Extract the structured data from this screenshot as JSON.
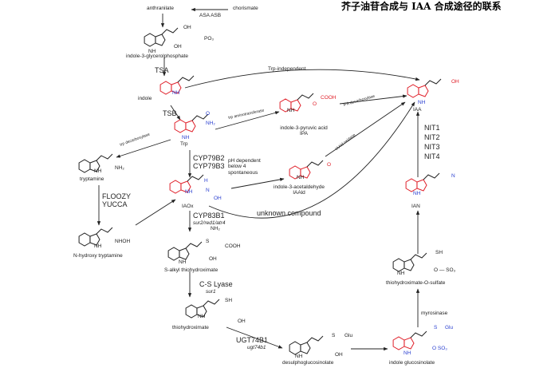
{
  "title": "芥子油苷合成与 IAA 合成途径的联系",
  "compounds": {
    "anthranilate": "anthranilate",
    "chorismate": "chorismate",
    "igp": "indole-3-glycerolphosphate",
    "indole": "indole",
    "trp": "Trp",
    "tryptamine": "tryptamine",
    "n_hydroxy_tryptamine": "N-hydroxy tryptamine",
    "iaox": "IAOx",
    "ipa": "indole-3-pyruvic acid\nIPA",
    "iaald": "indole-3-acetaldehyde\nIAAld",
    "iaa": "IAA",
    "ian": "IAN",
    "s_alkyl": "S-alkyl thiohydroximate",
    "thiohydroximate": "thiohydroximate",
    "desulpho": "desulphoglucosinolate",
    "indole_gluc": "indole glucosinolate",
    "thio_o_sulfate": "thiohydroximate-O-sulfate"
  },
  "enzymes": {
    "asa_asb": "ASA  ASB",
    "tsa": "TSA",
    "tsb": "TSB",
    "floozy_yucca": "FLOOZY\nYUCCA",
    "cyp79": "CYP79B2\nCYP79B3",
    "cyp83b1": "CYP83B1",
    "sur2": "sur2/red1/atr4",
    "cs_lyase": "C-S Lyase",
    "sur1": "sur1",
    "ugt": "UGT74B1",
    "ugt74b1": "ugt74b1",
    "myrosinase": "myrosinase",
    "nits": [
      "NIT1",
      "NIT2",
      "NIT3",
      "NIT4"
    ],
    "trp_aminotransferase": "trp aminotransferase",
    "trp_decarboxylase": "trp decarboxylase",
    "ipa_decarboxylase": "IPA decarboxylase",
    "iaald_oxidase": "IAAld oxidase"
  },
  "notes": {
    "trp_independent": "Trp-independent",
    "ph_dependent": "pH dependent\nbelow 4\nspontaneous",
    "unknown_compound": "unknown compound"
  },
  "atoms": {
    "oh": "OH",
    "po3": "PO₃",
    "nh": "NH",
    "nh2": "NH₂",
    "nhoh": "NHOH",
    "cooh": "COOH",
    "n": "N",
    "h": "H",
    "o": "O",
    "s": "S",
    "sh": "SH",
    "glu": "Glu",
    "so3": "SO₃",
    "o_so3": "O — SO₃",
    "n_so3": "O  SO₃"
  },
  "colors": {
    "highlight": "#e0202a",
    "heteroatom": "#2a3fd0",
    "ink": "#222222"
  }
}
